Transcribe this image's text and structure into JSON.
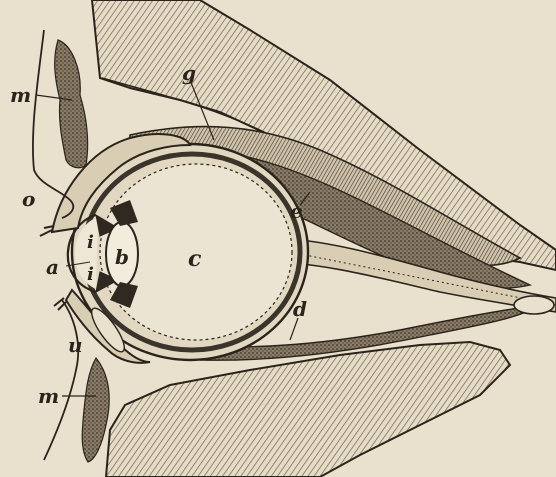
{
  "labels": {
    "g": "g",
    "m_upper": "m",
    "o": "o",
    "a": "a",
    "i_upper": "i",
    "i_lower": "i",
    "b": "b",
    "c": "c",
    "e": "e",
    "d": "d",
    "u": "u",
    "m_lower": "m"
  },
  "colors": {
    "paper": "#e9e0cd",
    "ink": "#2a241c",
    "hatch": "#6e6352",
    "dark_muscle": "#3b342a"
  }
}
